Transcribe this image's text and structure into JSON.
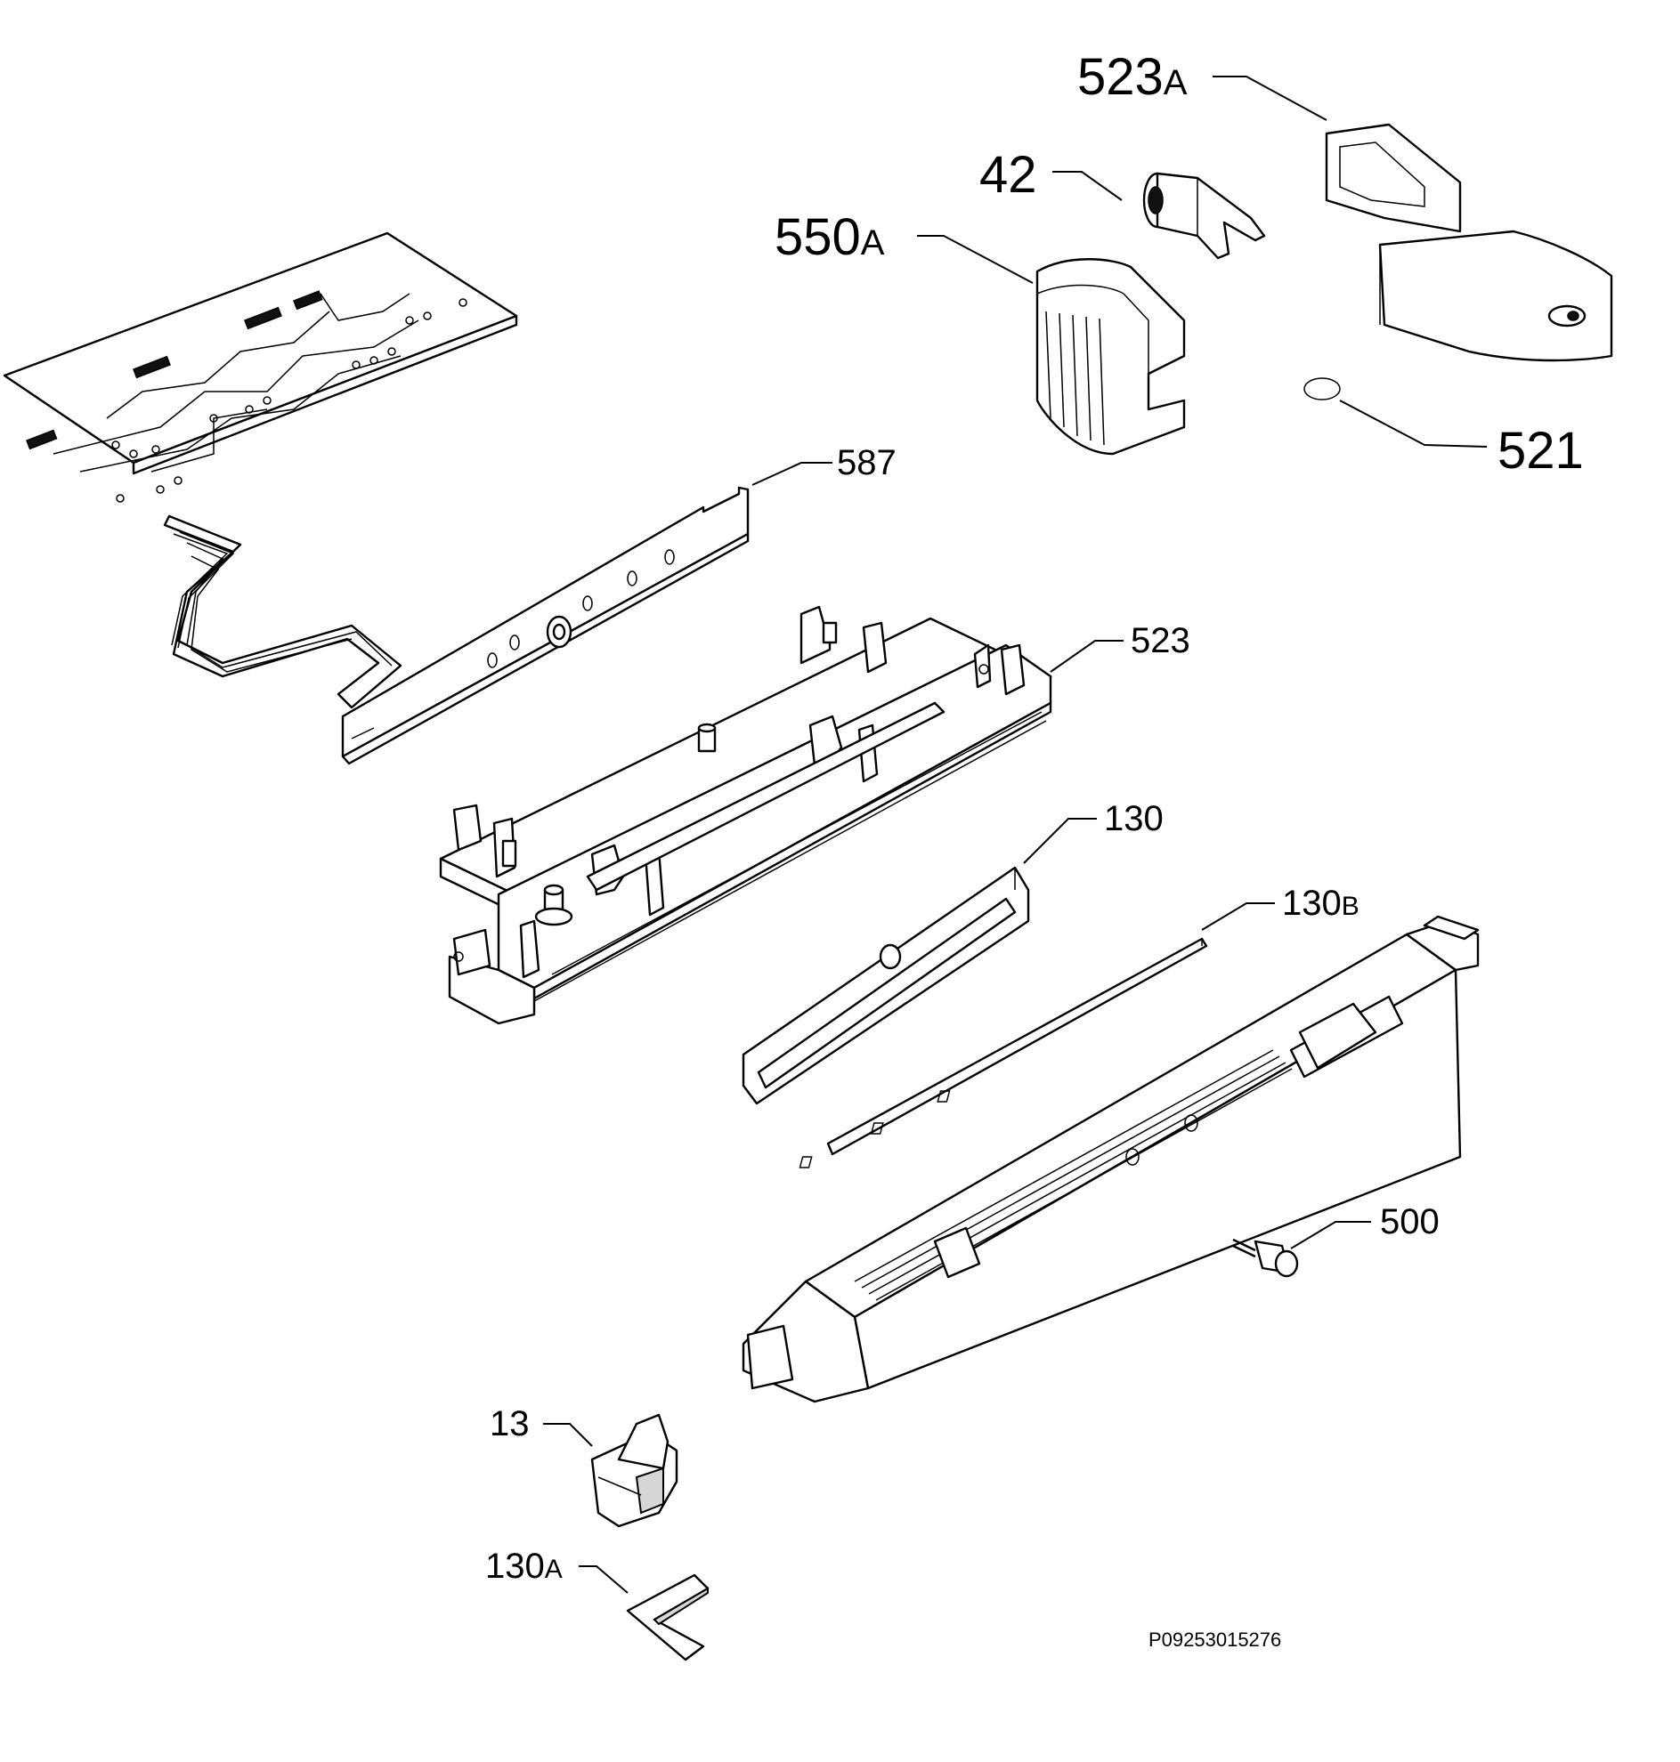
{
  "diagram": {
    "drawing_number": "P09253015276",
    "callouts": [
      {
        "id": "523A",
        "main": "523",
        "suffix": "A"
      },
      {
        "id": "42",
        "main": "42",
        "suffix": ""
      },
      {
        "id": "550A",
        "main": "550",
        "suffix": "A"
      },
      {
        "id": "521",
        "main": "521",
        "suffix": ""
      },
      {
        "id": "587",
        "main": "587",
        "suffix": ""
      },
      {
        "id": "523",
        "main": "523",
        "suffix": ""
      },
      {
        "id": "130",
        "main": "130",
        "suffix": ""
      },
      {
        "id": "130B",
        "main": "130",
        "suffix": "B"
      },
      {
        "id": "500",
        "main": "500",
        "suffix": ""
      },
      {
        "id": "13",
        "main": "13",
        "suffix": ""
      },
      {
        "id": "130A",
        "main": "130",
        "suffix": "A"
      }
    ]
  }
}
